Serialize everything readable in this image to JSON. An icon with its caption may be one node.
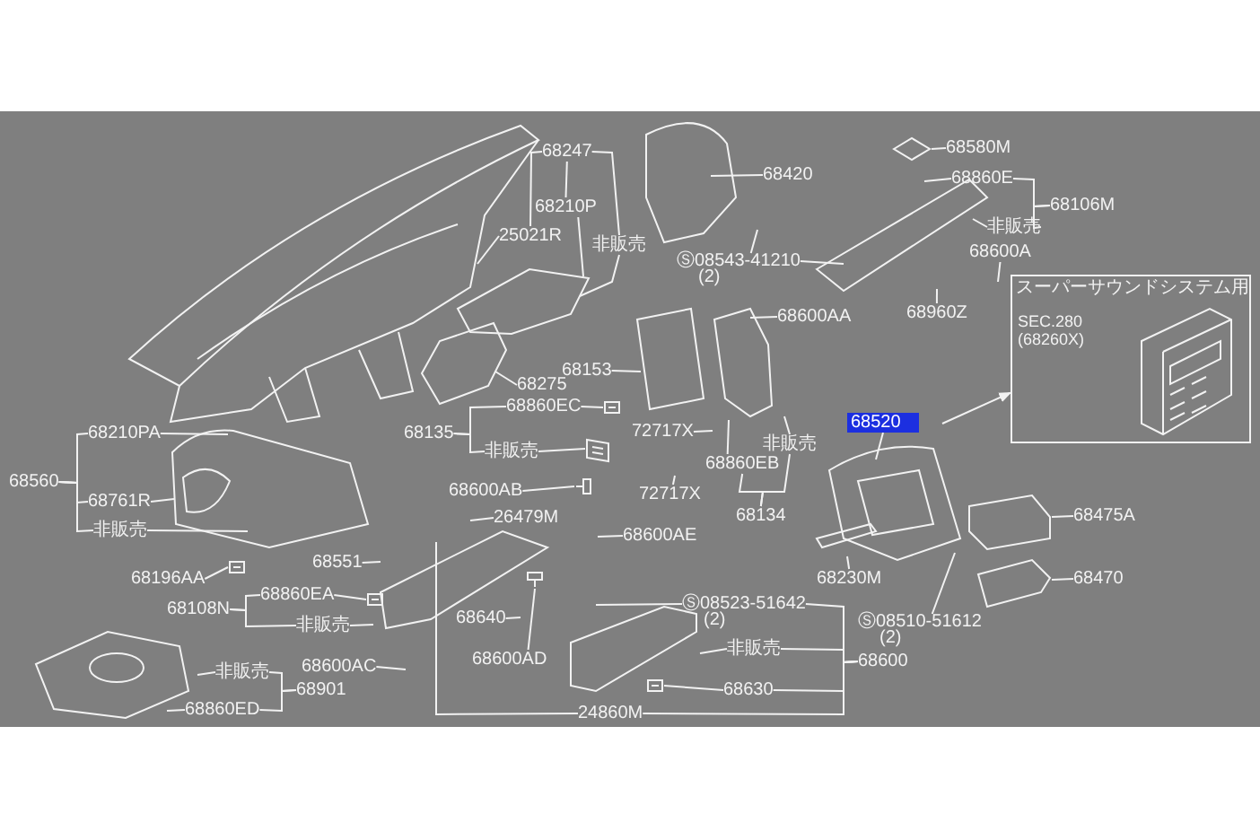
{
  "diagram": {
    "nodes": [
      {
        "text": [
          "68247"
        ]
      },
      {
        "text": [
          "68210P"
        ]
      },
      {
        "text": [
          "25021R"
        ]
      },
      {
        "text": [
          "非販売"
        ]
      },
      {
        "text": [
          "68420"
        ]
      },
      {
        "text": [
          "Ⓢ08543-41210",
          "(2)"
        ]
      },
      {
        "text": [
          "68600AA"
        ]
      },
      {
        "text": [
          "68153"
        ]
      },
      {
        "text": [
          "68275"
        ]
      },
      {
        "text": [
          "68860EC"
        ]
      },
      {
        "text": [
          "68135"
        ]
      },
      {
        "text": [
          "非販売"
        ]
      },
      {
        "text": [
          "72717X"
        ]
      },
      {
        "text": [
          "68860EB"
        ]
      },
      {
        "text": [
          "非販売"
        ]
      },
      {
        "text": [
          "68134"
        ]
      },
      {
        "text": [
          "72717X"
        ]
      },
      {
        "text": [
          "68580M"
        ]
      },
      {
        "text": [
          "68860E"
        ]
      },
      {
        "text": [
          "68106M"
        ]
      },
      {
        "text": [
          "非販売"
        ]
      },
      {
        "text": [
          "68600A"
        ]
      },
      {
        "text": [
          "68960Z"
        ]
      },
      {
        "text": [
          "スーパーサウンドシステム用",
          "SEC.280 (68260X)"
        ]
      },
      {
        "text": [
          "68520"
        ]
      },
      {
        "text": [
          "68210PA"
        ]
      },
      {
        "text": [
          "68560"
        ]
      },
      {
        "text": [
          "68761R"
        ]
      },
      {
        "text": [
          "非販売"
        ]
      },
      {
        "text": [
          "68196AA"
        ]
      },
      {
        "text": [
          "68551"
        ]
      },
      {
        "text": [
          "68860EA"
        ]
      },
      {
        "text": [
          "68108N"
        ]
      },
      {
        "text": [
          "非販売"
        ]
      },
      {
        "text": [
          "68600AC"
        ]
      },
      {
        "text": [
          "非販売"
        ]
      },
      {
        "text": [
          "68901"
        ]
      },
      {
        "text": [
          "68860ED"
        ]
      },
      {
        "text": [
          "68600AB"
        ]
      },
      {
        "text": [
          "26479M"
        ]
      },
      {
        "text": [
          "68600AE"
        ]
      },
      {
        "text": [
          "68640"
        ]
      },
      {
        "text": [
          "68600AD"
        ]
      },
      {
        "text": [
          "Ⓢ08523-51642",
          "(2)"
        ]
      },
      {
        "text": [
          "非販売"
        ]
      },
      {
        "text": [
          "68630"
        ]
      },
      {
        "text": [
          "24860M"
        ]
      },
      {
        "text": [
          "68600"
        ]
      },
      {
        "text": [
          "68475A"
        ]
      },
      {
        "text": [
          "68470"
        ]
      },
      {
        "text": [
          "68230M"
        ]
      },
      {
        "text": [
          "Ⓢ08510-51612",
          "(2)"
        ]
      },
      {
        "text": [],
        "shape": "picture"
      },
      {
        "text": [],
        "shape": "picture"
      },
      {
        "text": [],
        "shape": "picture"
      },
      {
        "text": [],
        "shape": "picture"
      },
      {
        "text": [],
        "shape": "picture"
      },
      {
        "text": [],
        "shape": "picture"
      },
      {
        "text": [],
        "shape": "picture"
      },
      {
        "text": [],
        "shape": "picture"
      },
      {
        "text": [],
        "shape": "picture"
      }
    ],
    "edges": [
      {
        "from": 0,
        "to": 1,
        "arrow": "none"
      },
      {
        "from": 0,
        "to": 2,
        "arrow": "none"
      },
      {
        "from": 0,
        "to": 3,
        "arrow": "none"
      },
      {
        "from": 1,
        "to": 60,
        "arrow": "none"
      },
      {
        "from": 2,
        "to": null,
        "arrow": "none"
      },
      {
        "from": 3,
        "to": 60,
        "arrow": "none"
      },
      {
        "from": 4,
        "to": null,
        "arrow": "none"
      },
      {
        "from": 5,
        "to": null,
        "arrow": "none"
      },
      {
        "from": 5,
        "to": null,
        "arrow": "none"
      },
      {
        "from": 6,
        "to": null,
        "arrow": "none"
      },
      {
        "from": 7,
        "to": null,
        "arrow": "none"
      },
      {
        "from": 8,
        "to": null,
        "arrow": "none"
      },
      {
        "from": 10,
        "to": 9,
        "arrow": "none"
      },
      {
        "from": 10,
        "to": 11,
        "arrow": "none"
      },
      {
        "from": 9,
        "to": 53,
        "arrow": "none"
      },
      {
        "from": 11,
        "to": 54,
        "arrow": "none"
      },
      {
        "from": 12,
        "to": null,
        "arrow": "none"
      },
      {
        "from": 16,
        "to": null,
        "arrow": "none"
      },
      {
        "from": 15,
        "to": 13,
        "arrow": "none"
      },
      {
        "from": 15,
        "to": 14,
        "arrow": "none"
      },
      {
        "from": 13,
        "to": null,
        "arrow": "none"
      },
      {
        "from": 14,
        "to": null,
        "arrow": "none"
      },
      {
        "from": 17,
        "to": 52,
        "arrow": "none"
      },
      {
        "from": 19,
        "to": 18,
        "arrow": "none"
      },
      {
        "from": 19,
        "to": 20,
        "arrow": "none"
      },
      {
        "from": 18,
        "to": null,
        "arrow": "none"
      },
      {
        "from": 20,
        "to": null,
        "arrow": "none"
      },
      {
        "from": 21,
        "to": null,
        "arrow": "none"
      },
      {
        "from": 22,
        "to": null,
        "arrow": "none"
      },
      {
        "from": 24,
        "to": null,
        "arrow": "none"
      },
      {
        "from": null,
        "to": 23,
        "arrow": "to"
      },
      {
        "from": 26,
        "to": 25,
        "arrow": "none"
      },
      {
        "from": 26,
        "to": 27,
        "arrow": "none"
      },
      {
        "from": 26,
        "to": 28,
        "arrow": "none"
      },
      {
        "from": 25,
        "to": null,
        "arrow": "none"
      },
      {
        "from": 27,
        "to": null,
        "arrow": "none"
      },
      {
        "from": 28,
        "to": null,
        "arrow": "none"
      },
      {
        "from": 29,
        "to": 55,
        "arrow": "none"
      },
      {
        "from": 30,
        "to": null,
        "arrow": "none"
      },
      {
        "from": 32,
        "to": 31,
        "arrow": "none"
      },
      {
        "from": 32,
        "to": 33,
        "arrow": "none"
      },
      {
        "from": 31,
        "to": 56,
        "arrow": "none"
      },
      {
        "from": 33,
        "to": null,
        "arrow": "none"
      },
      {
        "from": 34,
        "to": null,
        "arrow": "none"
      },
      {
        "from": 36,
        "to": 35,
        "arrow": "none"
      },
      {
        "from": 36,
        "to": 37,
        "arrow": "none"
      },
      {
        "from": 35,
        "to": null,
        "arrow": "none"
      },
      {
        "from": 37,
        "to": null,
        "arrow": "none"
      },
      {
        "from": 38,
        "to": 57,
        "arrow": "none"
      },
      {
        "from": 39,
        "to": null,
        "arrow": "none"
      },
      {
        "from": 40,
        "to": null,
        "arrow": "none"
      },
      {
        "from": 41,
        "to": null,
        "arrow": "none"
      },
      {
        "from": 42,
        "to": 58,
        "arrow": "none"
      },
      {
        "from": 43,
        "to": null,
        "arrow": "none"
      },
      {
        "from": 44,
        "to": null,
        "arrow": "none"
      },
      {
        "from": 45,
        "to": 59,
        "arrow": "none"
      },
      {
        "from": 46,
        "to": null,
        "arrow": "none"
      },
      {
        "from": 46,
        "to": 47,
        "arrow": "none"
      },
      {
        "from": 47,
        "to": 43,
        "arrow": "none"
      },
      {
        "from": 47,
        "to": 44,
        "arrow": "none"
      },
      {
        "from": 47,
        "to": 45,
        "arrow": "none"
      },
      {
        "from": 48,
        "to": null,
        "arrow": "none"
      },
      {
        "from": 49,
        "to": null,
        "arrow": "none"
      },
      {
        "from": 50,
        "to": null,
        "arrow": "none"
      },
      {
        "from": 51,
        "to": null,
        "arrow": "none"
      }
    ]
  }
}
